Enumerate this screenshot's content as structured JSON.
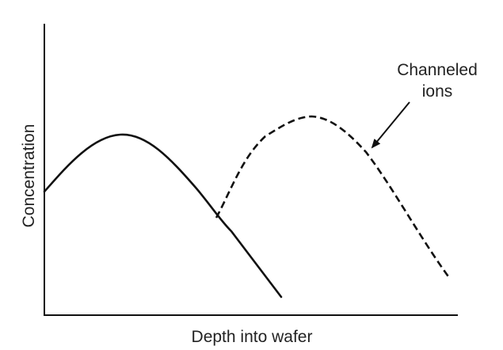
{
  "diagram": {
    "xlabel": "Depth into wafer",
    "ylabel": "Concentration",
    "annotation_line1": "Channeled",
    "annotation_line2": "ions",
    "colors": {
      "ink": "#111111",
      "text": "#222222",
      "background": "#ffffff"
    },
    "curves": [
      {
        "id": "implanted-profile",
        "style": "solid"
      },
      {
        "id": "channeled-ions-profile",
        "style": "dashed"
      }
    ]
  }
}
